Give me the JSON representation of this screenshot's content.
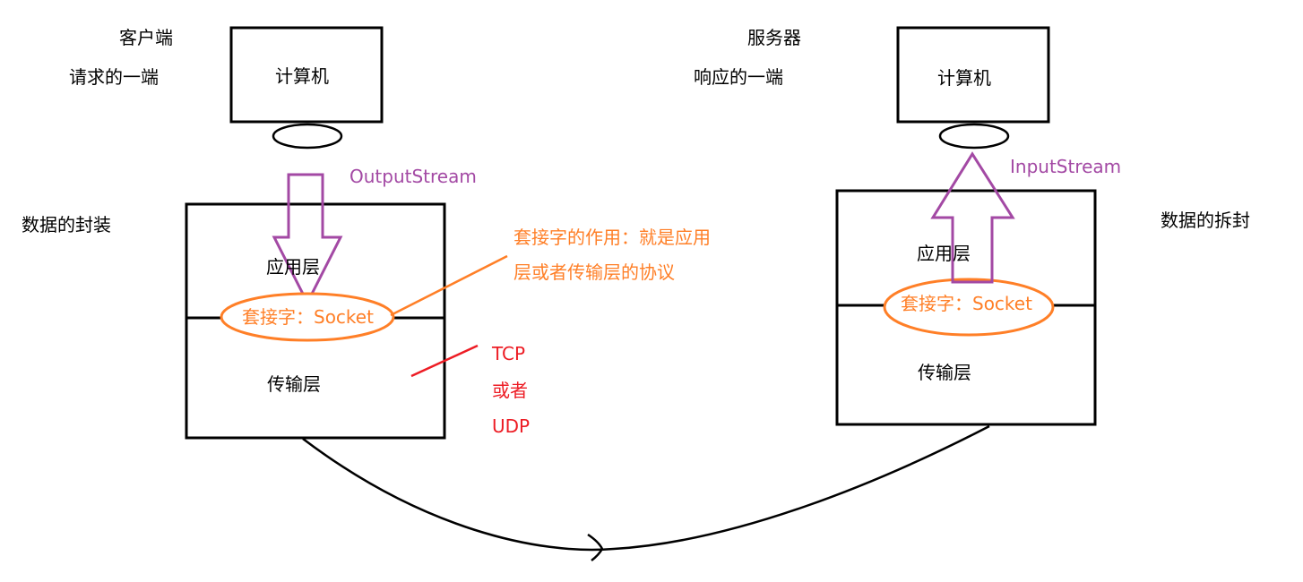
{
  "colors": {
    "stroke": "#000000",
    "purple": "#a349a4",
    "orange": "#ff7f27",
    "red": "#ed1c24"
  },
  "client": {
    "title": "客户端",
    "subtitle": "请求的一端",
    "computer_label": "计算机",
    "encapsulation_label": "数据的封装",
    "stream_label": "OutputStream",
    "application_layer": "应用层",
    "transport_layer": "传输层",
    "socket_label": "套接字：Socket"
  },
  "server": {
    "title": "服务器",
    "subtitle": "响应的一端",
    "computer_label": "计算机",
    "decapsulation_label": "数据的拆封",
    "stream_label": "InputStream",
    "application_layer": "应用层",
    "transport_layer": "传输层",
    "socket_label": "套接字：Socket"
  },
  "annotations": {
    "socket_role_line1": "套接字的作用：就是应用",
    "socket_role_line2": "层或者传输层的协议",
    "protocol_tcp": "TCP",
    "protocol_or": "或者",
    "protocol_udp": "UDP"
  }
}
